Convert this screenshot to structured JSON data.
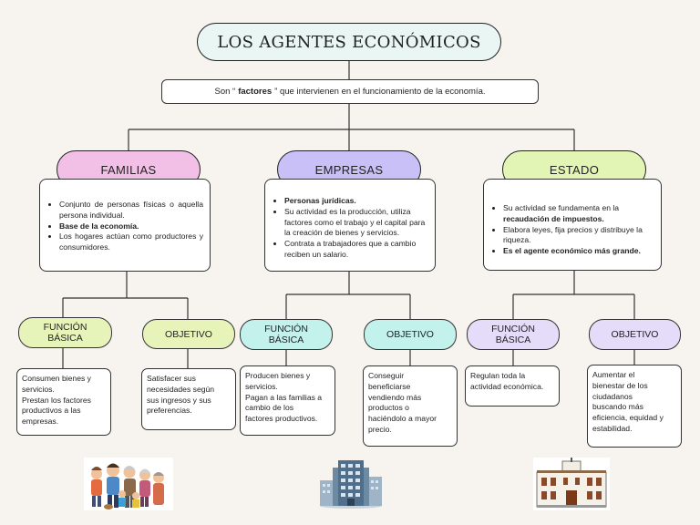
{
  "title": "LOS AGENTES ECONÓMICOS",
  "subtitle": {
    "before": "Son “",
    "bold": "factores",
    "after": "” que intervienen en el funcionamiento de la economía."
  },
  "colors": {
    "familias": "#f2bfe7",
    "empresas": "#c9c0f7",
    "estado": "#e3f5b5",
    "fam_pill": "#e7f4b9",
    "emp_pill": "#c3f1ec",
    "est_pill": "#e4dcf8"
  },
  "familias": {
    "label": "FAMILIAS",
    "bullets": [
      "Conjunto de personas físicas o aquella persona individual.",
      "Base de la economía.",
      "Los hogares actúan como productores y consumidores."
    ],
    "funcion_label": "FUNCIÓN BÁSICA",
    "objetivo_label": "OBJETIVO",
    "funcion_text": [
      "Consumen bienes y",
      "servicios.",
      "Prestan los factores",
      "productivos a las",
      "empresas."
    ],
    "objetivo_text": [
      "Satisfacer sus",
      "necesidades según",
      "sus ingresos y sus",
      "preferencias."
    ]
  },
  "empresas": {
    "label": "EMPRESAS",
    "bullets": [
      "Personas jurídicas.",
      "Su actividad es la producción, utiliza factores como el trabajo y el capital para la creación de bienes y servicios.",
      "Contrata a trabajadores que a cambio reciben un salario."
    ],
    "funcion_label": "FUNCIÓN BÁSICA",
    "objetivo_label": "OBJETIVO",
    "funcion_text": [
      "Producen bienes y",
      "servicios.",
      "Pagan a las familias a",
      "cambio de los",
      "factores productivos."
    ],
    "objetivo_text": [
      "Conseguir",
      "beneficiarse",
      "vendiendo más",
      "productos o",
      "haciéndolo a mayor",
      "precio."
    ]
  },
  "estado": {
    "label": "ESTADO",
    "bullets_pre": "Su actividad se fundamenta en la",
    "bullets_bold": "recaudación de impuestos.",
    "bullet2": "Elabora leyes, fija precios y distribuye la riqueza.",
    "bullet3": "Es el agente económico más grande.",
    "funcion_label": "FUNCIÓN BÁSICA",
    "objetivo_label": "OBJETIVO",
    "funcion_text": [
      "Regulan toda la",
      "actividad económica."
    ],
    "objetivo_text": [
      "Aumentar el",
      "bienestar de los",
      "ciudadanos",
      "buscando más",
      "eficiencia, equidad y",
      "estabilidad."
    ]
  },
  "images": [
    "family-illustration",
    "office-building-illustration",
    "government-building-illustration"
  ]
}
